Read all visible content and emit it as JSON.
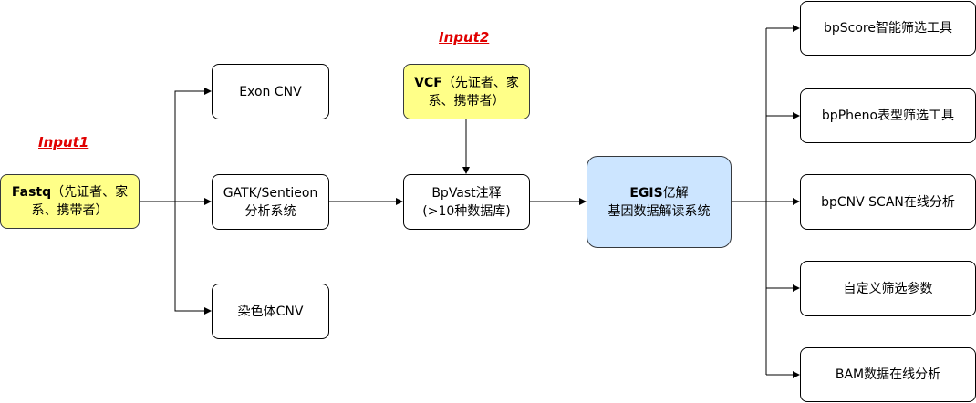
{
  "labels": {
    "input1": "Input1",
    "input2": "Input2"
  },
  "nodes": {
    "fastq": {
      "bold": "Fastq",
      "line1_rest": "（先证者、家",
      "line2": "系、携带者）"
    },
    "vcf": {
      "bold": "VCF",
      "line1_rest": "（先证者、家",
      "line2": "系、携带者）"
    },
    "exon_cnv": "Exon CNV",
    "gatk": {
      "line1": "GATK/Sentieon",
      "line2": "分析系统"
    },
    "chrom_cnv": "染色体CNV",
    "bpvast": {
      "line1": "BpVast注释",
      "line2": "(>10种数据库)"
    },
    "egis": {
      "bold": "EGIS",
      "line1_rest": "亿解",
      "line2": "基因数据解读系统"
    },
    "outputs": [
      "bpScore智能筛选工具",
      "bpPheno表型筛选工具",
      "bpCNV SCAN在线分析",
      "自定义筛选参数",
      "BAM数据在线分析"
    ]
  },
  "colors": {
    "input_fill": "#ffff88",
    "egis_fill": "#cce5ff",
    "label_color": "#e00000",
    "stroke": "#000000"
  }
}
